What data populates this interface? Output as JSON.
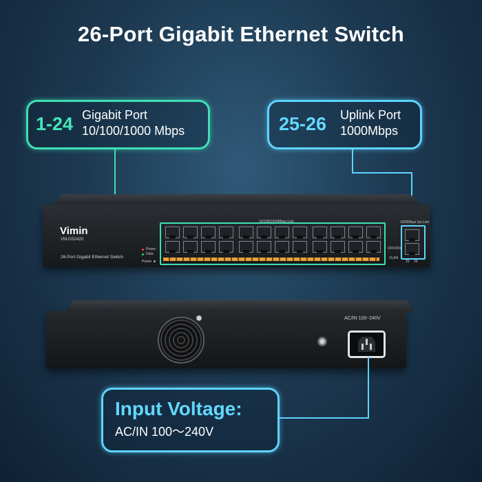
{
  "title": "26-Port Gigabit Ethernet Switch",
  "callouts": {
    "ports_1_24": {
      "number": "1-24",
      "line1": "Gigabit Port",
      "line2": "10/100/1000 Mbps",
      "color": "#3fe0b4"
    },
    "ports_25_26": {
      "number": "25-26",
      "line1": "Uplink Port",
      "line2": "1000Mbps",
      "color": "#5ed4ff"
    },
    "input_voltage": {
      "heading": "Input Voltage:",
      "value": "AC/IN 100～240V",
      "color": "#5ed4ff"
    }
  },
  "front_panel": {
    "brand": "Vimin",
    "model": "VM-GS2420",
    "name": "26-Port Gigabit Ethernet Switch",
    "led_labels": {
      "power": "Power",
      "data": "Data"
    },
    "power_label": "Power",
    "port_caption": "10/100/1000Mbps Link",
    "uplink_caption": "1000Mbps Up-Link",
    "switch_labels": {
      "off_on": "OFF/ON",
      "vlan": "VLAN"
    },
    "uplink_numbers": [
      "25",
      "26"
    ]
  },
  "back_panel": {
    "rating": "AC/IN 100~240V"
  }
}
